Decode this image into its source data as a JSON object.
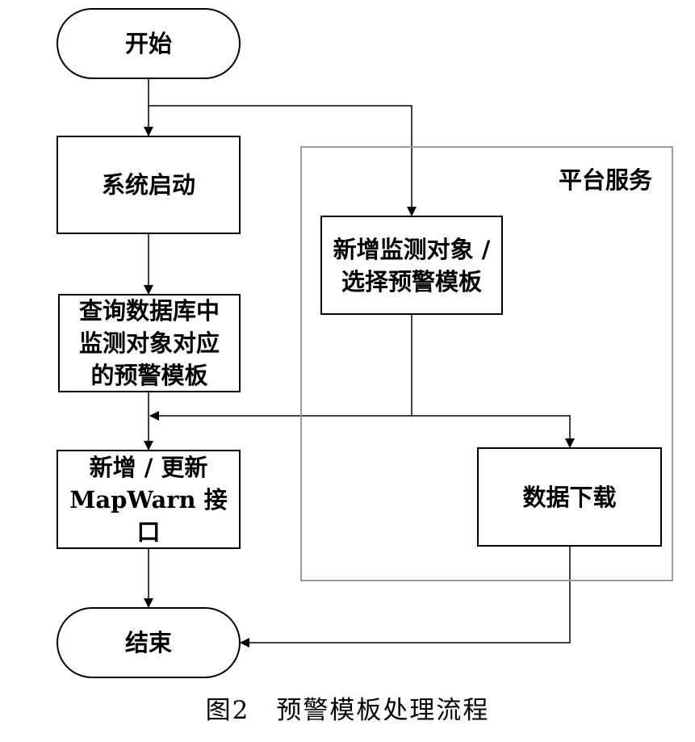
{
  "diagram": {
    "nodes": {
      "start": "开始",
      "system_start": "系统启动",
      "query_templates": [
        "查询数据库中",
        "监测对象对应",
        "的预警模板"
      ],
      "add_update_interface": [
        "新增 / 更新",
        "MapWarn 接口"
      ],
      "end": "结束",
      "add_monitor_object": [
        "新增监测对象 /",
        "选择预警模板"
      ],
      "data_download": "数据下载"
    },
    "platform_label": "平台服务",
    "edges": [
      {
        "from": "start",
        "to": "system_start"
      },
      {
        "from": "start",
        "to": "add_monitor_object"
      },
      {
        "from": "system_start",
        "to": "query_templates"
      },
      {
        "from": "query_templates",
        "to": "add_update_interface"
      },
      {
        "from": "add_monitor_object",
        "to": "add_update_interface"
      },
      {
        "from": "add_monitor_object",
        "to": "data_download"
      },
      {
        "from": "add_update_interface",
        "to": "end"
      },
      {
        "from": "data_download",
        "to": "end"
      }
    ]
  },
  "caption": "图2　预警模板处理流程"
}
